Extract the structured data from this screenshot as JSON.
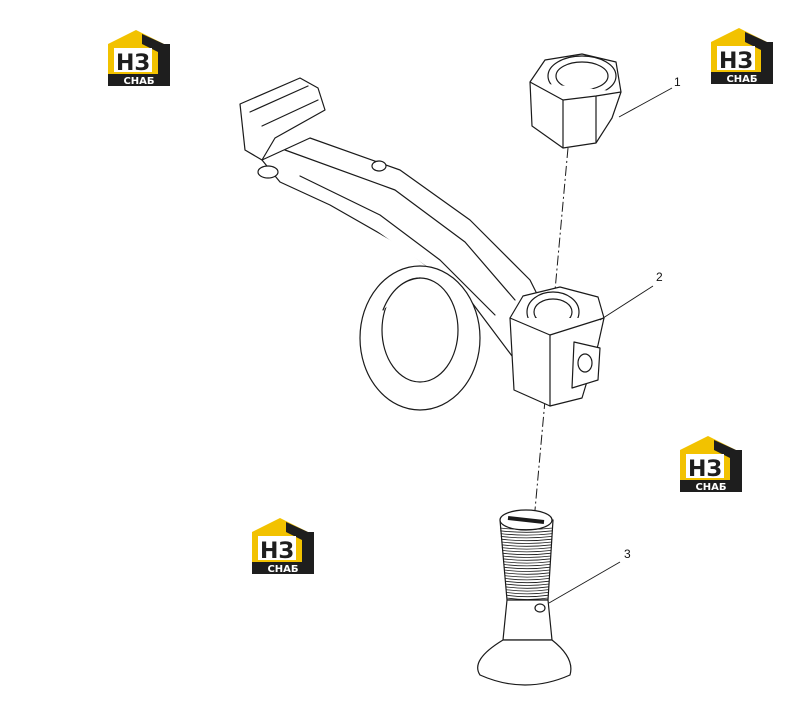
{
  "watermark": {
    "letters": "НЗ",
    "caption": "СНАБ",
    "colors": {
      "yellow": "#f2c200",
      "dark": "#1e1e1e",
      "text": "#ffffff"
    }
  },
  "callouts": [
    {
      "number": "1"
    },
    {
      "number": "2"
    },
    {
      "number": "3"
    }
  ],
  "colors": {
    "line": "#1a1a1a",
    "fill": "#ffffff"
  }
}
